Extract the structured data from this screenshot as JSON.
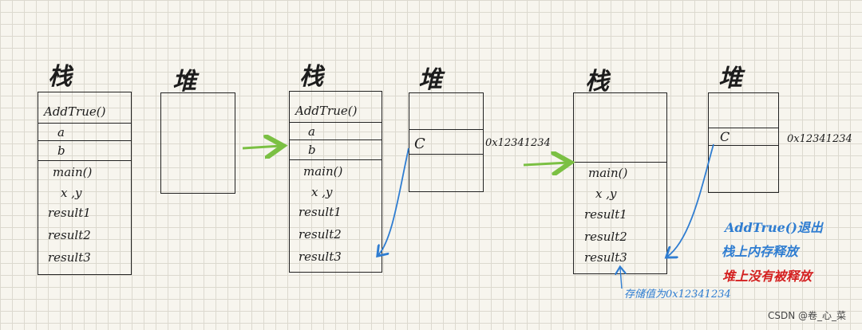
{
  "diagram": {
    "panel1": {
      "stack_label": "栈",
      "heap_label": "堆",
      "frame_addtrue": "AddTrue()",
      "var_a": "a",
      "var_b": "b",
      "frame_main": "main()",
      "vars_xy": "x ,y",
      "result1": "result1",
      "result2": "result2",
      "result3": "result3"
    },
    "panel2": {
      "stack_label": "栈",
      "heap_label": "堆",
      "frame_addtrue": "AddTrue()",
      "var_a": "a",
      "var_b": "b",
      "frame_main": "main()",
      "vars_xy": "x ,y",
      "result1": "result1",
      "result2": "result2",
      "result3": "result3",
      "heap_obj": "C",
      "heap_addr": "0x12341234"
    },
    "panel3": {
      "stack_label": "栈",
      "heap_label": "堆",
      "frame_main": "main()",
      "vars_xy": "x ,y",
      "result1": "result1",
      "result2": "result2",
      "result3": "result3",
      "heap_obj": "C",
      "heap_addr": "0x12341234"
    },
    "notes": {
      "line1": "AddTrue()退出",
      "line2": "栈上内存释放",
      "line3": "堆上没有被释放",
      "stored_value": "存储值为0x12341234"
    },
    "colors": {
      "arrow_green": "#7bc043",
      "ref_blue": "#2f7dd1",
      "note_red": "#d42020"
    }
  },
  "footer": {
    "watermark": "CSDN @卷_心_菜"
  }
}
